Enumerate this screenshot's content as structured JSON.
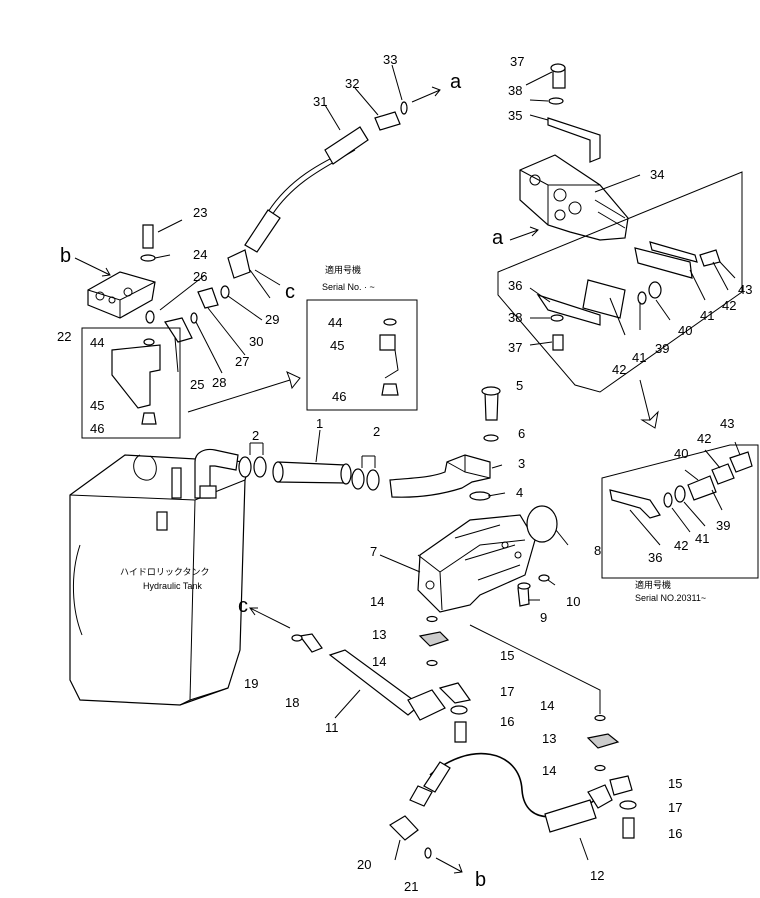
{
  "labels": {
    "n1": "1",
    "n2a": "2",
    "n2b": "2",
    "n3": "3",
    "n4": "4",
    "n5": "5",
    "n6": "6",
    "n7": "7",
    "n8": "8",
    "n9": "9",
    "n10": "10",
    "n11": "11",
    "n12": "12",
    "n13a": "13",
    "n13b": "13",
    "n14a": "14",
    "n14b": "14",
    "n14c": "14",
    "n14d": "14",
    "n15a": "15",
    "n15b": "15",
    "n16a": "16",
    "n16b": "16",
    "n17a": "17",
    "n17b": "17",
    "n18": "18",
    "n19": "19",
    "n20": "20",
    "n21": "21",
    "n22": "22",
    "n23": "23",
    "n24": "24",
    "n25": "25",
    "n26": "26",
    "n27": "27",
    "n28": "28",
    "n29": "29",
    "n30": "30",
    "n31": "31",
    "n32": "32",
    "n33": "33",
    "n34": "34",
    "n35": "35",
    "n36a": "36",
    "n36b": "36",
    "n37a": "37",
    "n37b": "37",
    "n38a": "38",
    "n38b": "38",
    "n39a": "39",
    "n39b": "39",
    "n40a": "40",
    "n40b": "40",
    "n41a": "41",
    "n41b": "41",
    "n41c": "41",
    "n42a": "42",
    "n42b": "42",
    "n42c": "42",
    "n42d": "42",
    "n43a": "43",
    "n43b": "43",
    "n44a": "44",
    "n44b": "44",
    "n45a": "45",
    "n45b": "45",
    "n46a": "46",
    "n46b": "46"
  },
  "connectors": {
    "a_top": "a",
    "a_valve": "a",
    "b_left": "b",
    "b_bottom": "b",
    "c_hose": "c",
    "c_left": "c"
  },
  "notes": {
    "serial_jp_1": "適用号機",
    "serial_en_1": "Serial No.  ·  ~",
    "serial_jp_2": "適用号機",
    "serial_en_2": "Serial NO.20311~",
    "tank_jp": "ハイドロリックタンク",
    "tank_en": "Hydraulic Tank"
  }
}
